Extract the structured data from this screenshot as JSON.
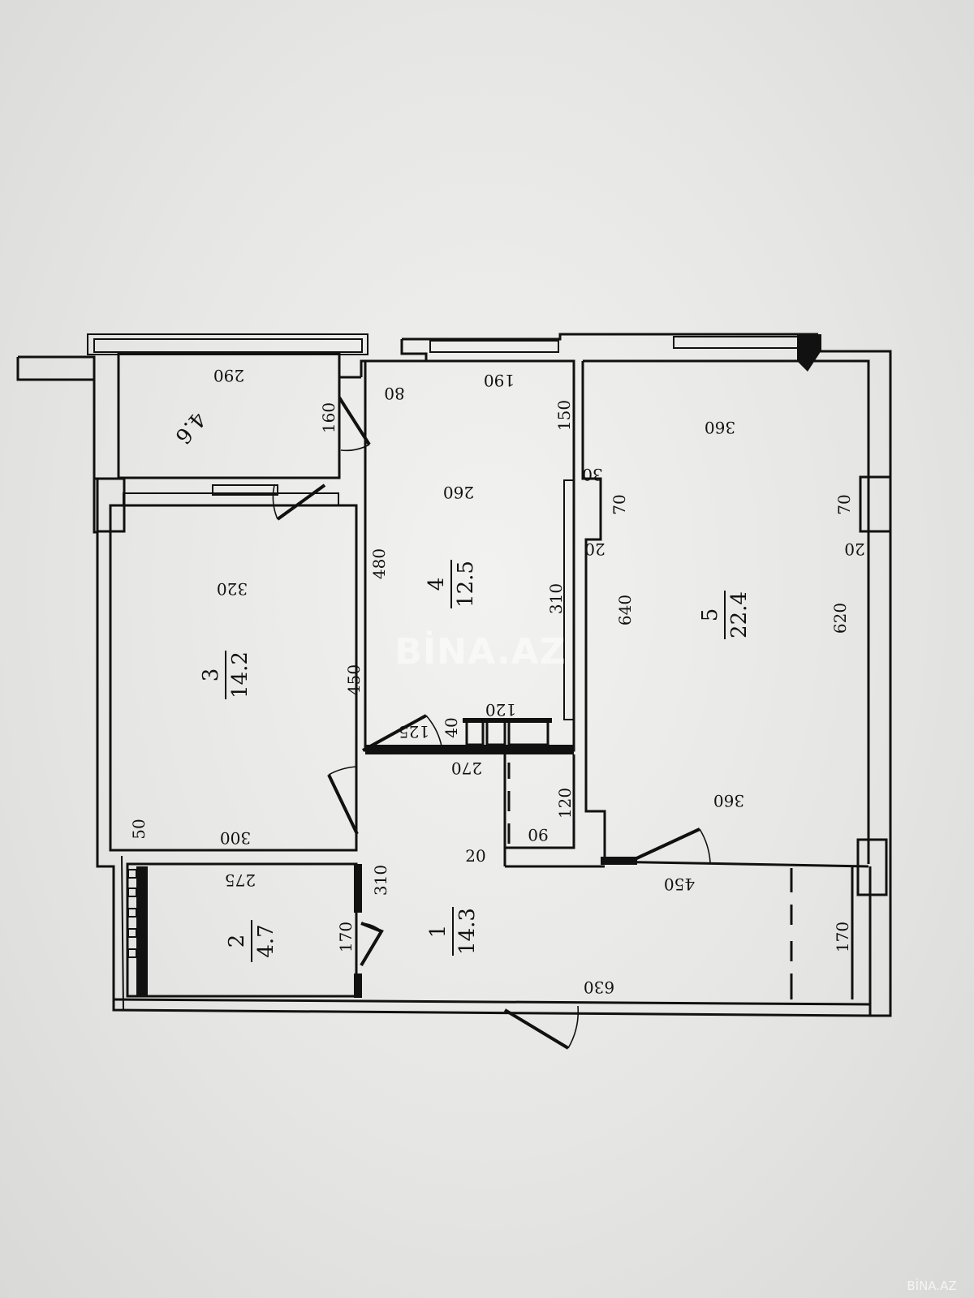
{
  "rooms": [
    {
      "id": "1",
      "area": "14.3"
    },
    {
      "id": "2",
      "area": "4.7"
    },
    {
      "id": "3",
      "area": "14.2"
    },
    {
      "id": "4",
      "area": "12.5"
    },
    {
      "id": "5",
      "area": "22.4"
    }
  ],
  "balcony": {
    "area": "4.6"
  },
  "dimensions": {
    "d290": "290",
    "d160": "160",
    "d80": "80",
    "d190": "190",
    "d150": "150",
    "d260": "260",
    "d480": "480",
    "d310_r4": "310",
    "d120_top": "120",
    "d40": "40",
    "d125": "125",
    "d270": "270",
    "d120_side": "120",
    "d90": "90",
    "d20_hall": "20",
    "d360_top": "360",
    "d30": "30",
    "d70_left": "70",
    "d20_left": "20",
    "d640": "640",
    "d70_right": "70",
    "d20_right": "20",
    "d620": "620",
    "d360_bottom": "360",
    "d450_r5": "450",
    "d320": "320",
    "d450_r3": "450",
    "d50": "50",
    "d300": "300",
    "d275": "275",
    "d310_hall": "310",
    "d170_r2": "170",
    "d630": "630",
    "d170_hall": "170"
  },
  "watermark": {
    "main": "BİNA.AZ",
    "corner": "BİNA.AZ"
  }
}
